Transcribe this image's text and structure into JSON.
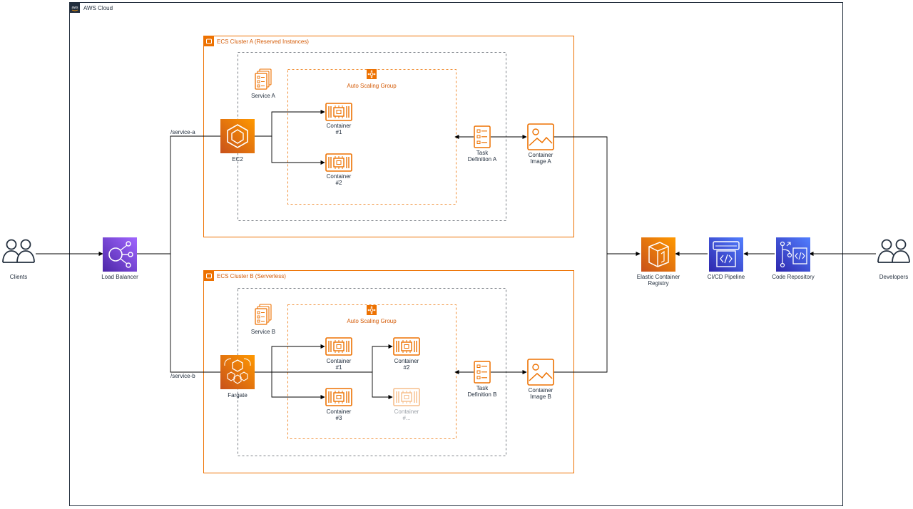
{
  "aws_cloud": {
    "label": "AWS Cloud",
    "logo_text": "aws"
  },
  "clients": {
    "label": "Clients"
  },
  "load_balancer": {
    "label": "Load Balancer"
  },
  "developers": {
    "label": "Developers"
  },
  "code_repository": {
    "label": "Code Repository"
  },
  "cicd_pipeline": {
    "label": "CI/CD Pipeline"
  },
  "ecr": {
    "label_line1": "Elastic Container",
    "label_line2": "Registry"
  },
  "cluster_a": {
    "title": "ECS Cluster A (Reserved Instances)",
    "route": "/service-a",
    "compute": "EC2",
    "service": "Service A",
    "asg": "Auto Scaling Group",
    "containers": [
      {
        "line1": "Container",
        "line2": "#1"
      },
      {
        "line1": "Container",
        "line2": "#2"
      }
    ],
    "task_def": {
      "line1": "Task",
      "line2": "Definition A"
    },
    "image": {
      "line1": "Container",
      "line2": "Image A"
    }
  },
  "cluster_b": {
    "title": "ECS Cluster B (Serverless)",
    "route": "/service-b",
    "compute": "Fargate",
    "service": "Service B",
    "asg": "Auto Scaling Group",
    "containers": [
      {
        "line1": "Container",
        "line2": "#1"
      },
      {
        "line1": "Container",
        "line2": "#2"
      },
      {
        "line1": "Container",
        "line2": "#3"
      },
      {
        "line1": "Container",
        "line2": "#..."
      }
    ],
    "task_def": {
      "line1": "Task",
      "line2": "Definition B"
    },
    "image": {
      "line1": "Container",
      "line2": "Image B"
    }
  },
  "colors": {
    "orange": "#ED7100",
    "orange_text": "#D45B07",
    "purple": "#8C4FFF",
    "blue": "#3F48CC",
    "border": "#232F3E",
    "line": "#000000"
  },
  "icons": {
    "clients": "users-icon",
    "developers": "users-icon",
    "load_balancer": "elastic-load-balancing-icon",
    "ec2": "ecs-ec2-icon",
    "fargate": "fargate-icon",
    "container": "container-chip-icon",
    "task_definition": "task-definition-icon",
    "container_image": "container-image-icon",
    "service": "service-stack-icon",
    "asg": "auto-scaling-icon",
    "cluster": "ecs-cluster-icon",
    "ecr": "ecr-icon",
    "cicd": "codepipeline-icon",
    "code_repository": "codecommit-icon"
  }
}
